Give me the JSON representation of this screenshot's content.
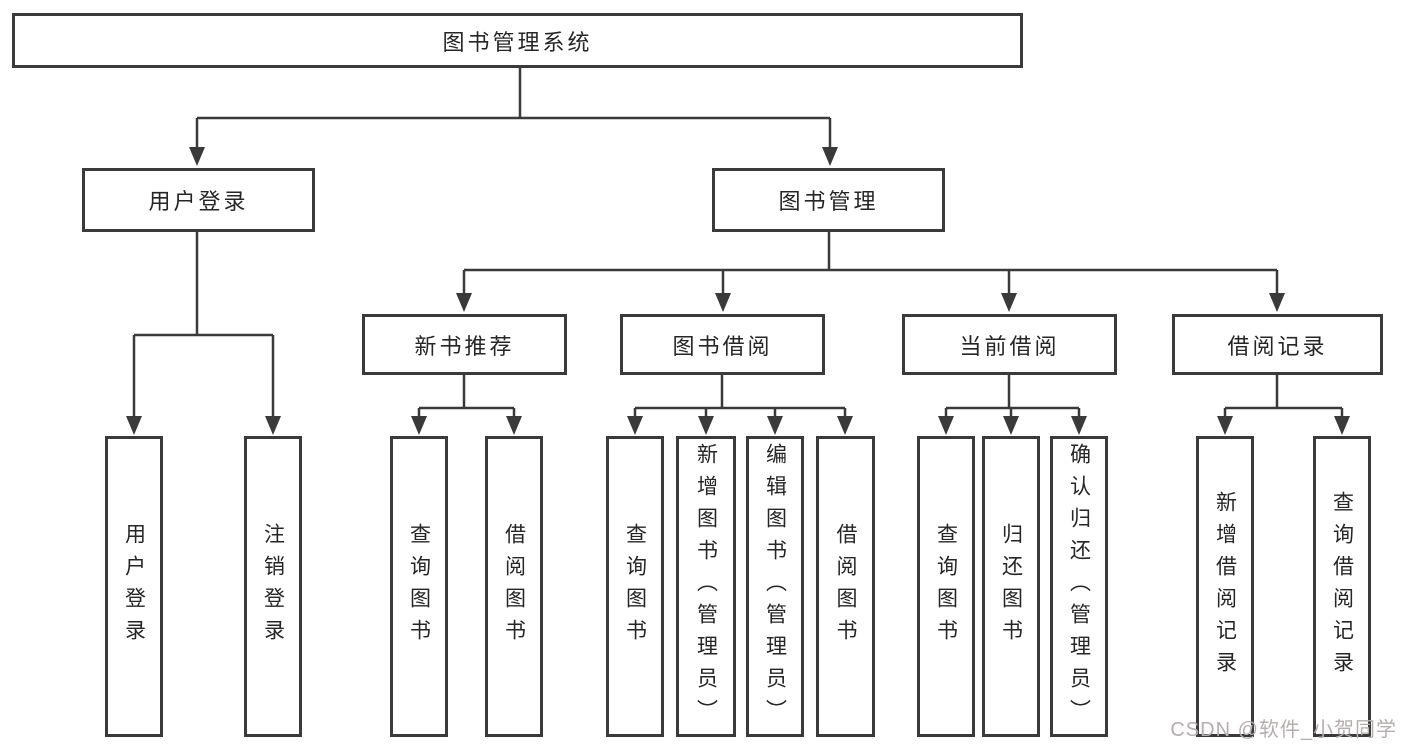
{
  "diagram": {
    "root": {
      "label": "图书管理系统"
    },
    "branches": [
      {
        "label": "用户登录",
        "children": [
          "用户登录",
          "注销登录"
        ]
      },
      {
        "label": "图书管理",
        "children": [
          {
            "label": "新书推荐",
            "children": [
              "查询图书",
              "借阅图书"
            ]
          },
          {
            "label": "图书借阅",
            "children": [
              "查询图书",
              "新增图书（管理员）",
              "编辑图书（管理员）",
              "借阅图书"
            ]
          },
          {
            "label": "当前借阅",
            "children": [
              "查询图书",
              "归还图书",
              "确认归还（管理员）"
            ]
          },
          {
            "label": "借阅记录",
            "children": [
              "新增借阅记录",
              "查询借阅记录"
            ]
          }
        ]
      }
    ]
  },
  "watermark": {
    "text": "CSDN @软件_小贺同学"
  },
  "colors": {
    "line": "#3a3a3a",
    "text": "#262626",
    "watermark": "#b5aeae",
    "background": "#ffffff"
  }
}
